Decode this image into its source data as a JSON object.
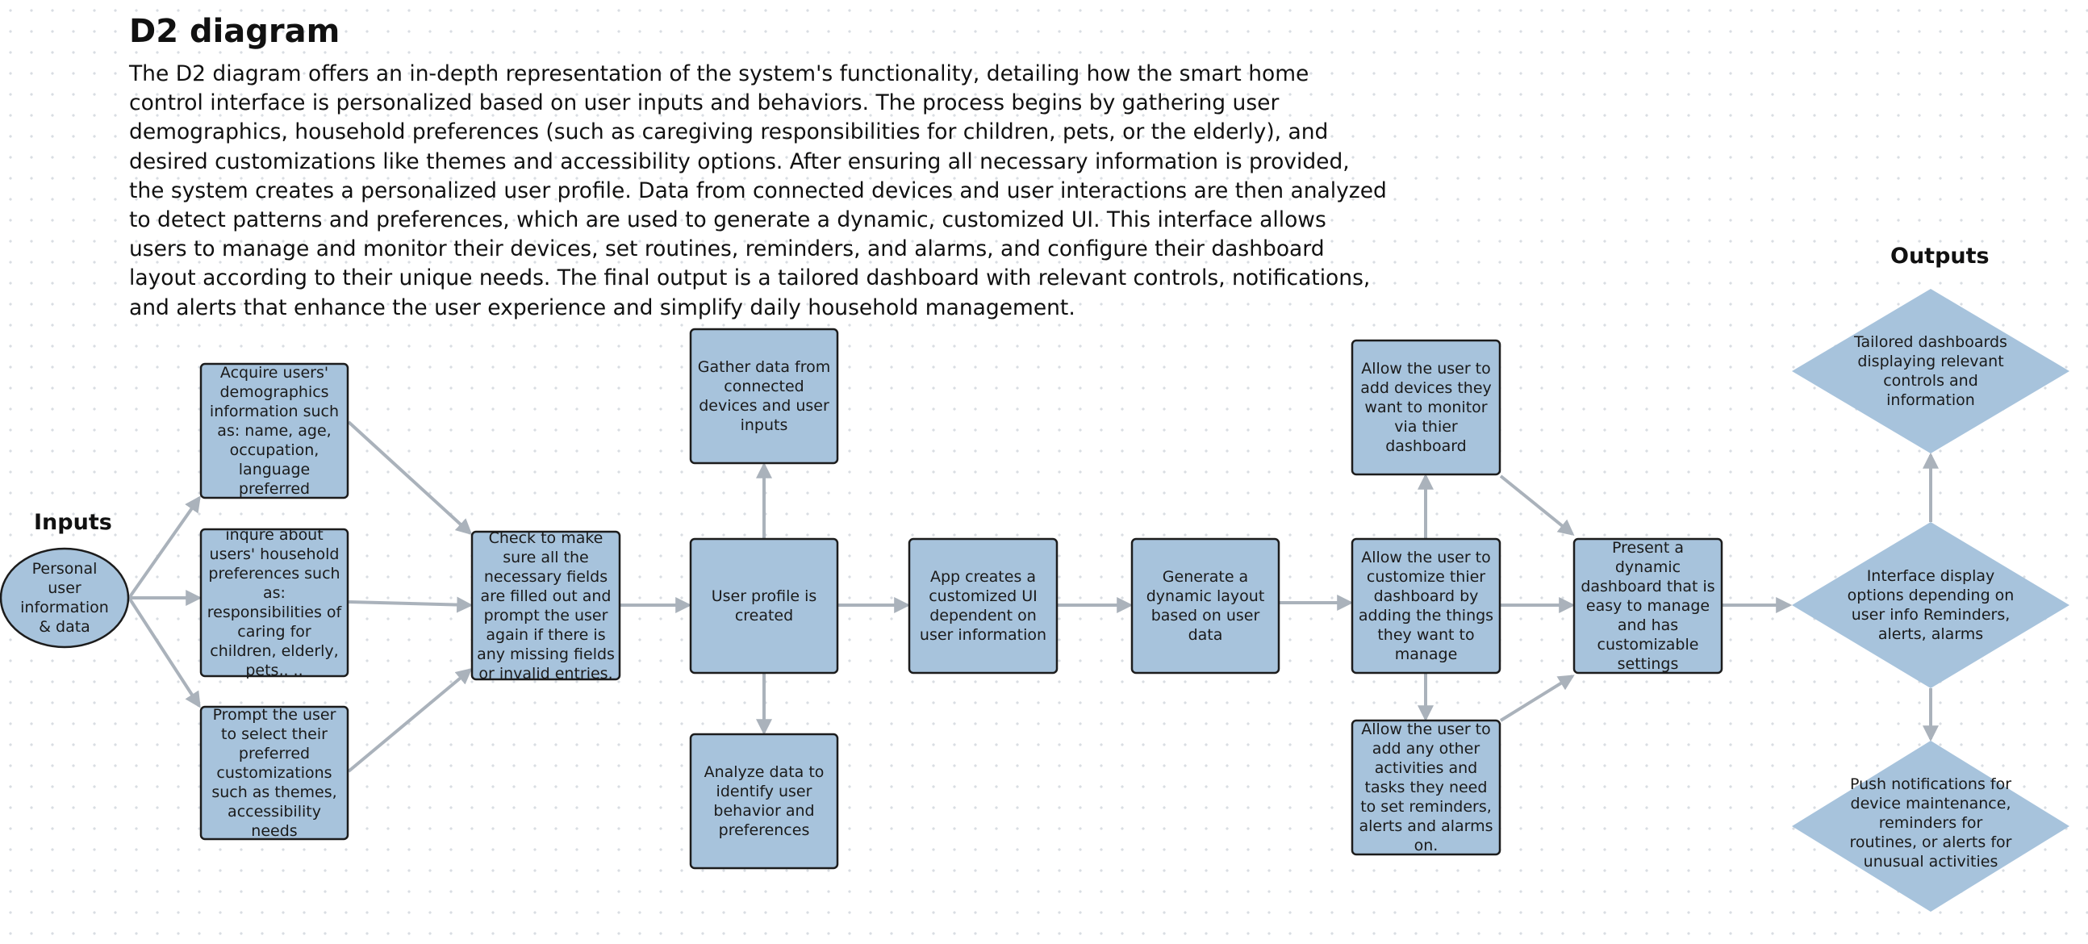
{
  "title": "D2 diagram",
  "description": "The D2 diagram offers an in-depth representation of the system's functionality, detailing how the smart home control interface is personalized based on user inputs and behaviors. The process begins by gathering user demographics, household preferences (such as caregiving responsibilities for children, pets, or the elderly), and desired customizations like themes and accessibility options. After ensuring all necessary information is provided, the system creates a personalized user profile. Data from connected devices and user interactions are then analyzed to detect patterns and preferences, which are used to generate a dynamic, customized UI. This interface allows users to manage and monitor their devices, set routines, reminders, and alarms, and configure their dashboard layout according to their unique needs. The final output is a tailored dashboard with relevant controls, notifications, and alerts that enhance the user experience and simplify daily household management.",
  "labels": {
    "inputs": "Inputs",
    "outputs": "Outputs"
  },
  "colors": {
    "node_fill": "#a7c3dc",
    "node_stroke": "#1c1c1c",
    "arrow": "#aab2bb"
  },
  "nodes": {
    "personal_info": "Personal user information & data",
    "acquire_demographics": "Acquire users' demographics information such as: name, age, occupation, language preferred",
    "household_preferences": "inqure about users' household preferences such as: responsibilities of caring for children, elderly, pets,. ..",
    "select_customizations": "Prompt the user to select their preferred customizations such as themes, accessibility needs",
    "check_fields": "Check to make sure all the necessary fields are filled out and prompt the user again if there is any missing fields or invalid entries.",
    "gather_data": "Gather data from connected devices and user inputs",
    "profile_created": "User profile is created",
    "analyze_data": "Analyze data to identify user behavior and preferences",
    "customized_ui": "App creates a customized UI dependent on user information",
    "dynamic_layout": "Generate a dynamic layout based on user data",
    "add_devices": "Allow the user to add devices they want to monitor via thier dashboard",
    "customize_dashboard": "Allow the user to customize thier dashboard by adding the things they want to manage",
    "add_activities": "Allow the user to add any other activities and tasks they need to set reminders, alerts and alarms on.",
    "present_dashboard": "Present a dynamic dashboard that is easy to manage and has customizable settings",
    "tailored_dashboards": "Tailored dashboards displaying relevant controls and information",
    "interface_options": "Interface display options depending on user info Reminders, alerts, alarms",
    "push_notifications": "Push notifications for device maintenance, reminders for routines, or alerts for unusual activities"
  }
}
